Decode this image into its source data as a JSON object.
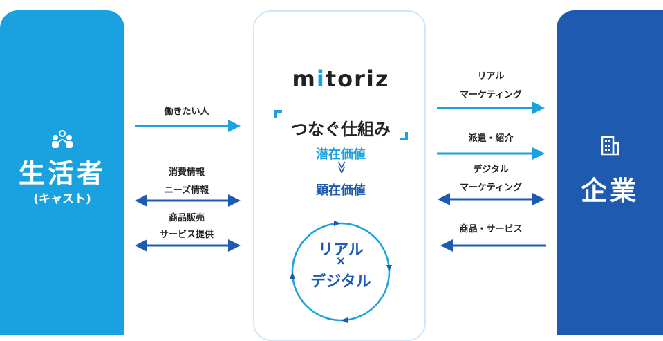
{
  "consumer": {
    "title": "生活者",
    "subtitle": "(キャスト)",
    "icon": "people-icon",
    "color": "#1aa1e0"
  },
  "company": {
    "title": "企業",
    "icon": "building-icon",
    "color": "#1e5bb0"
  },
  "center": {
    "brand_prefix": "m",
    "brand_dot_letter": "i",
    "brand_rest": "toriz",
    "tagline": "つなぐ仕組み",
    "latent": "潜在価値",
    "chevron": "≫",
    "manifest": "顕在価値",
    "cycle_line1": "リアル",
    "cycle_line2": "×",
    "cycle_line3": "デジタル"
  },
  "left_flows": [
    {
      "label": "働きたい人",
      "direction": "right"
    },
    {
      "label_line1": "消費情報",
      "label_line2": "ニーズ情報",
      "direction": "both"
    },
    {
      "label_line1": "商品販売",
      "label_line2": "サービス提供",
      "direction": "both"
    }
  ],
  "right_flows": [
    {
      "label_line1": "リアル",
      "label_line2": "マーケティング",
      "direction": "right"
    },
    {
      "label": "派遣・紹介",
      "direction": "right"
    },
    {
      "label_line1": "デジタル",
      "label_line2": "マーケティング",
      "direction": "both"
    },
    {
      "label": "商品・サービス",
      "direction": "left"
    }
  ],
  "colors": {
    "light_blue": "#1aa1e0",
    "dark_blue": "#1e5bb0",
    "border": "#cfe7f6"
  }
}
